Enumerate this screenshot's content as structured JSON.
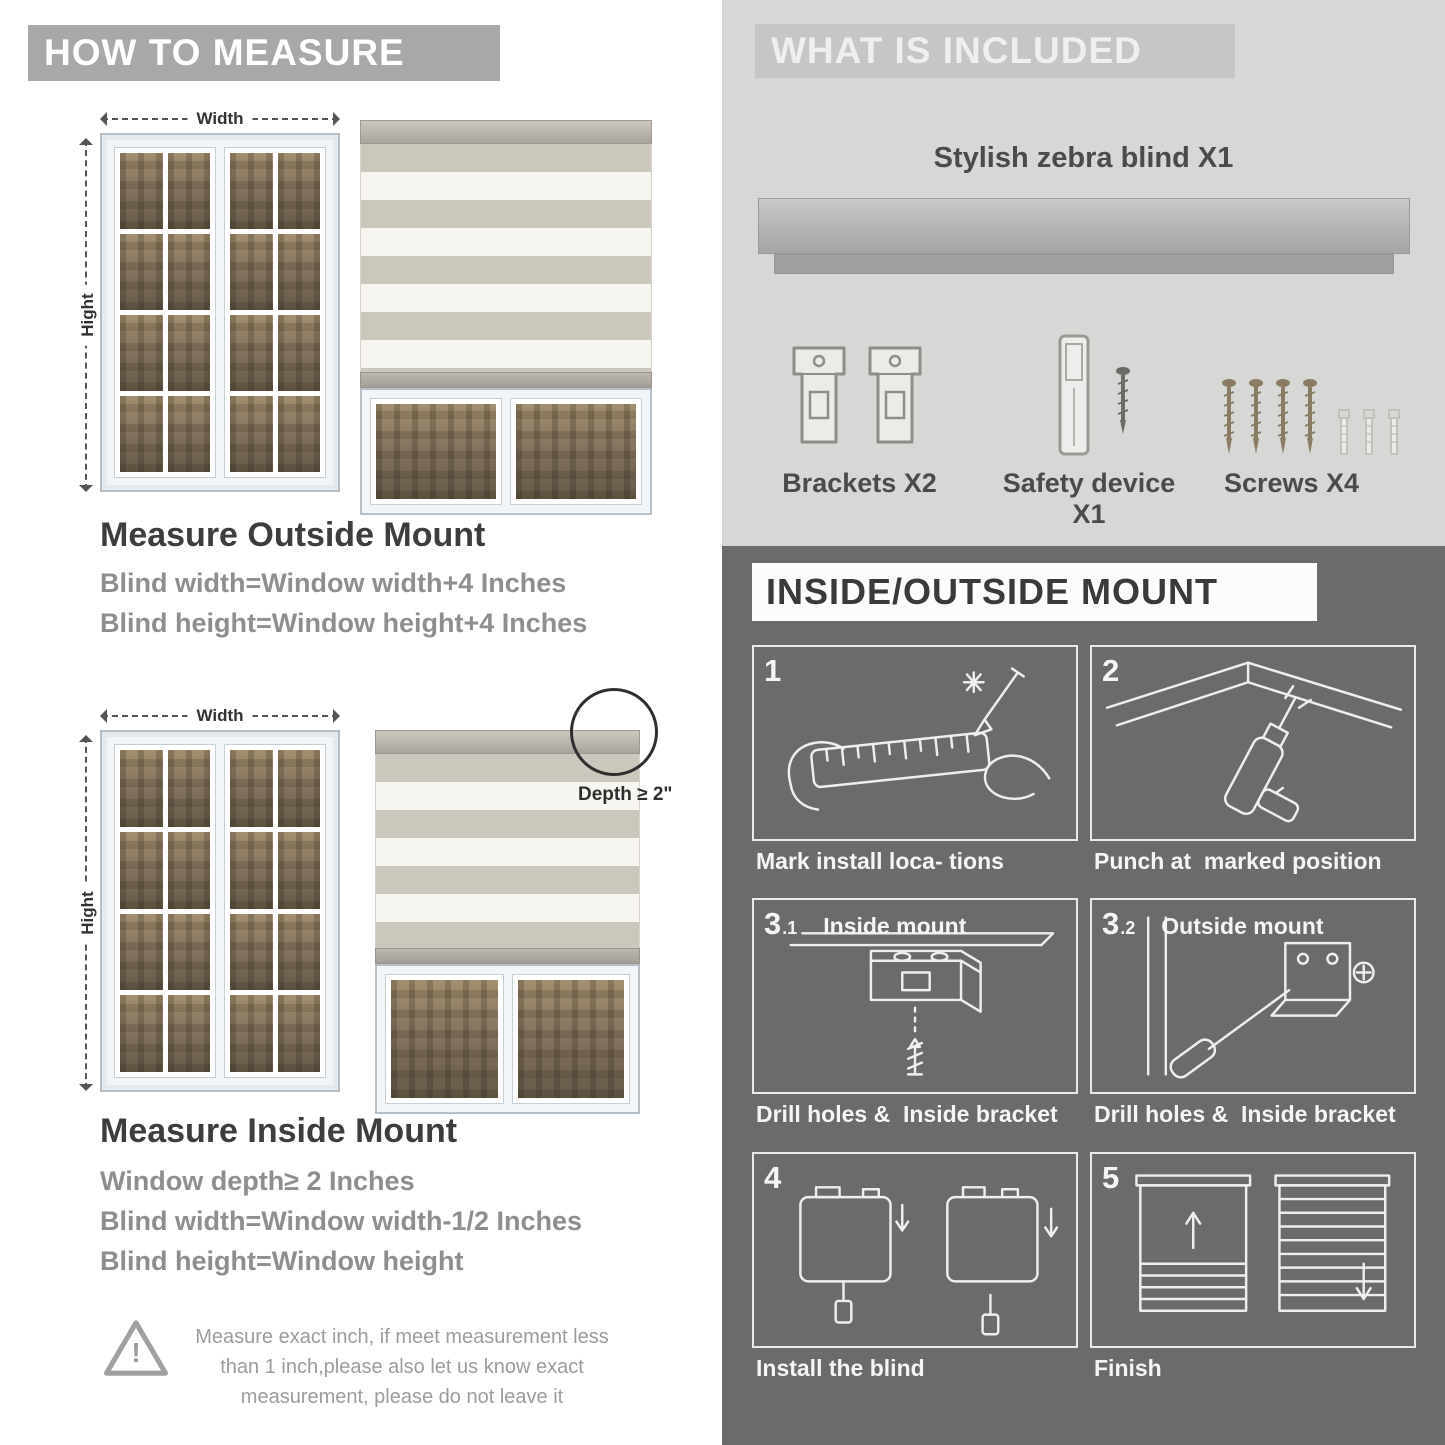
{
  "left": {
    "header": "HOW TO MEASURE",
    "diagram_outside": {
      "width_label": "Width",
      "height_label": "Hight"
    },
    "outside": {
      "title": "Measure Outside Mount",
      "line1": "Blind width=Window width+4 Inches",
      "line2": "Blind height=Window height+4 Inches"
    },
    "diagram_inside": {
      "width_label": "Width",
      "height_label": "Hight",
      "depth_label": "Depth ≥ 2\""
    },
    "inside": {
      "title": "Measure Inside Mount",
      "line1": "Window depth≥ 2 Inches",
      "line2": "Blind width=Window width-1/2 Inches",
      "line3": "Blind height=Window height"
    },
    "warning_mark": "!",
    "warning_text": "Measure exact inch, if meet measurement less than 1 inch,please also let us know exact measurement, please do not leave it"
  },
  "included": {
    "header": "WHAT IS INCLUDED",
    "product_label": "Stylish zebra blind X1",
    "items": [
      {
        "label": "Brackets X2"
      },
      {
        "label": "Safety device X1"
      },
      {
        "label": "Screws X4"
      }
    ]
  },
  "mount": {
    "header": "INSIDE/OUTSIDE MOUNT",
    "steps": [
      {
        "num": "1",
        "sub": "",
        "title": "",
        "caption": "Mark install loca- tions"
      },
      {
        "num": "2",
        "sub": "",
        "title": "",
        "caption": "Punch at  marked position"
      },
      {
        "num": "3",
        "sub": ".1",
        "title": "Inside mount",
        "caption": "Drill holes &  Inside bracket"
      },
      {
        "num": "3",
        "sub": ".2",
        "title": "Outside mount",
        "caption": "Drill holes &  Inside bracket"
      },
      {
        "num": "4",
        "sub": "",
        "title": "",
        "caption": "Install the blind"
      },
      {
        "num": "5",
        "sub": "",
        "title": "",
        "caption": "Finish"
      }
    ]
  },
  "colors": {
    "measure_banner": "#a8a8a6",
    "included_panel": "#d7d7d5",
    "included_banner": "#c6c6c4",
    "mount_panel": "#6b6b6b",
    "heading_dark": "#3d3d3d",
    "body_gray": "#8e8e8e",
    "stripe_gray": "#cbc7bc",
    "stripe_white": "#f7f5f0"
  }
}
